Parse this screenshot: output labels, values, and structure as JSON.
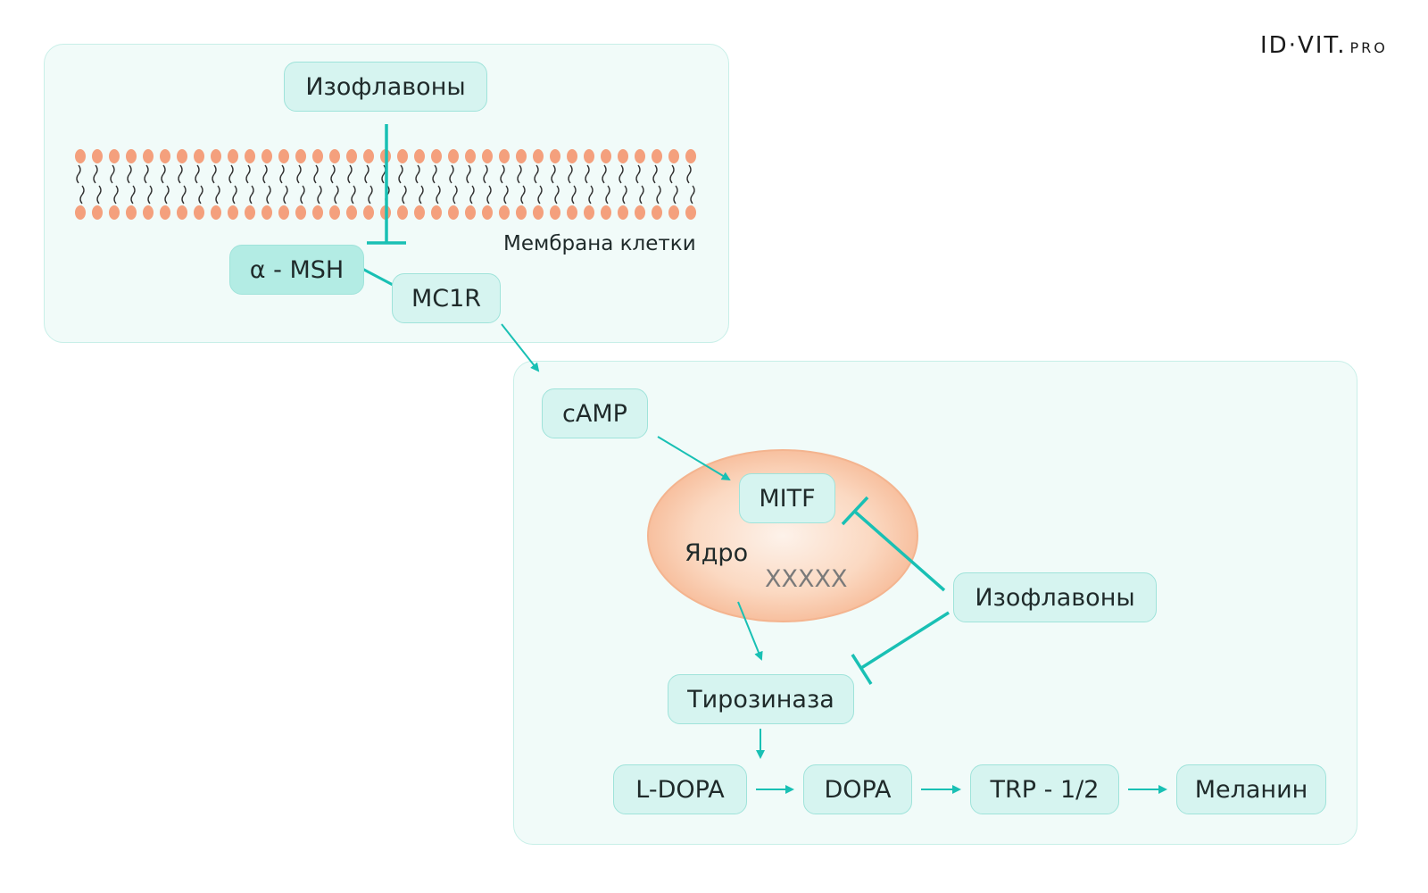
{
  "logo": {
    "main": "ID·VIT.",
    "suffix": "PRO"
  },
  "membrane": {
    "isoflavones_top": "Изофлавоны",
    "membrane_label": "Мембрана клетки",
    "alpha_msh": "α - MSH",
    "mc1r": "MC1R"
  },
  "cell": {
    "camp": "cAMP",
    "mitf": "MITF",
    "nucleus_label": "Ядро",
    "nucleus_marker": "XXXXX",
    "isoflavones_right": "Изофлавоны",
    "tyrosinase": "Тирозиназа",
    "chain": [
      "L-DOPA",
      "DOPA",
      "TRP - 1/2",
      "Меланин"
    ]
  },
  "colors": {
    "accent": "#19c0b4",
    "box_fill": "#d6f4f0",
    "panel_fill": "#f1fbf9",
    "nucleus_fill": "#f9c9a8",
    "lipid": "#f4a07d"
  }
}
